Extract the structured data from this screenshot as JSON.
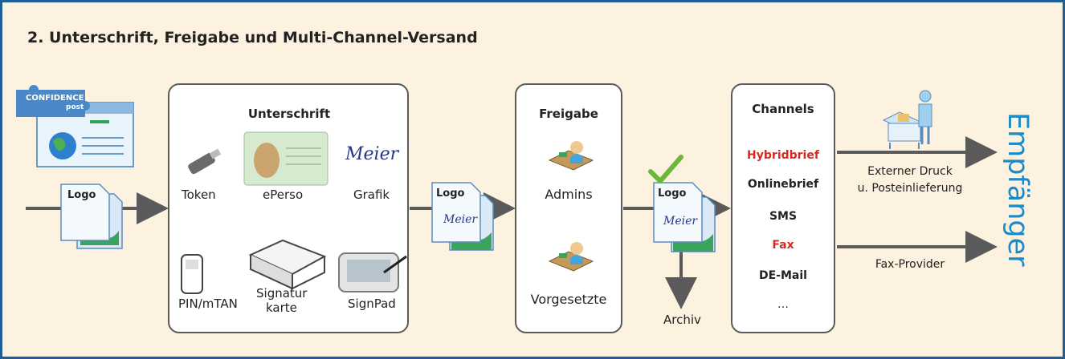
{
  "title": "2. Unterschrift, Freigabe und Multi-Channel-Versand",
  "colors": {
    "border": "#1f5f96",
    "background": "#fdf1df",
    "accent_red": "#d42a1f",
    "recipient_blue": "#1a8ac8"
  },
  "brand": {
    "line1": "CONFIDENCE",
    "line2": "post"
  },
  "doc_logo": "Logo",
  "doc_signature": "Meier",
  "unterschrift": {
    "heading": "Unterschrift",
    "items": {
      "token": "Token",
      "eperso": "ePerso",
      "grafik": "Grafik",
      "pin": "PIN/mTAN",
      "signatur": "Signatur",
      "karte": "karte",
      "signpad": "SignPad"
    }
  },
  "freigabe": {
    "heading": "Freigabe",
    "admins": "Admins",
    "vorgesetzte": "Vorgesetzte"
  },
  "archiv": "Archiv",
  "channels": {
    "heading": "Channels",
    "hybridbrief": "Hybridbrief",
    "onlinebrief": "Onlinebrief",
    "sms": "SMS",
    "fax": "Fax",
    "demail": "DE-Mail",
    "more": "…"
  },
  "routes": {
    "druck1": "Externer Druck",
    "druck2": "u. Posteinlieferung",
    "fax": "Fax-Provider"
  },
  "recipient": "Empfänger"
}
